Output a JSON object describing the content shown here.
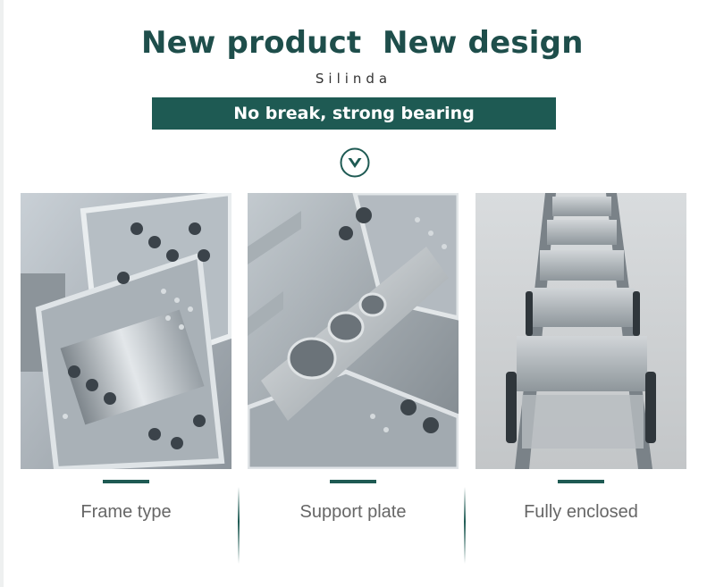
{
  "header": {
    "title_left": "New product",
    "title_right": "New design",
    "brand": "Silinda",
    "banner": "No break, strong bearing"
  },
  "scroll_icon": "chevron-down-circle-icon",
  "colors": {
    "primary": "#1e5a53",
    "heading": "#1e4e4b",
    "caption": "#666666"
  },
  "features": [
    {
      "caption": "Frame type"
    },
    {
      "caption": "Support plate"
    },
    {
      "caption": "Fully enclosed"
    }
  ]
}
